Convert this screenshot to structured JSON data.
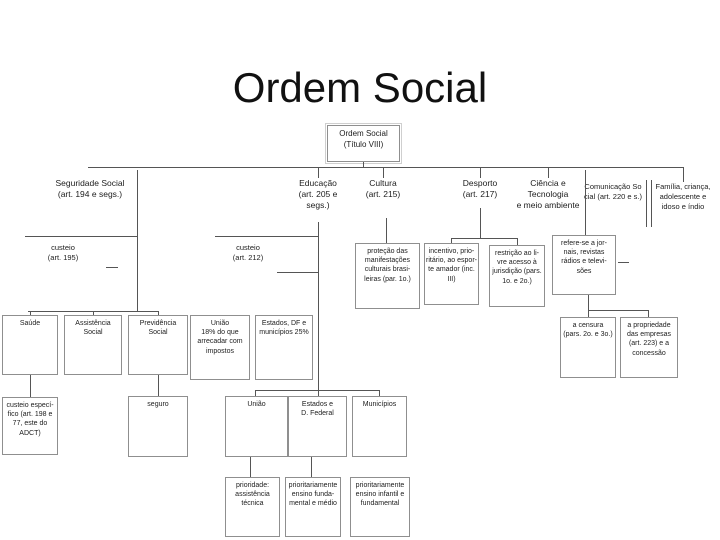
{
  "slide": {
    "title": "Ordem Social"
  },
  "colors": {
    "background": "#ffffff",
    "box_border": "#8f8f8f",
    "connector_line": "#555555",
    "text": "#1c1c1c"
  },
  "nodes": {
    "root": "Ordem Social\n(Título VIII)",
    "seguridade": "Seguridade Social\n(art. 194 e segs.)",
    "educacao": "Educação\n(art. 205 e\nsegs.)",
    "cultura": "Cultura\n(art. 215)",
    "desporto": "Desporto\n(art. 217)",
    "ciencia": "Ciência e\nTecnologia\ne meio ambiente",
    "comunicacao": "Comunicação So\ncial (art. 220 e s.)",
    "familia": "Família, criança,\nadolescente e\nidoso e índio",
    "custeio195": "custeio\n(art. 195)",
    "custeio212": "custeio\n(art. 212)",
    "protecao": "proteção das\nmanifestações\nculturais brasi-\nleiras (par. 1o.)",
    "incentivo": "incentivo, prio-\nritário, ao espor-\nte amador (inc.\nIII)",
    "restricao": "restrição ao li-\nvre acesso à\njurisdição (pars.\n1o. e 2o.)",
    "refere": "refere-se a jor-\nnais, revistas\nrádios e televi-\nsões",
    "saude": "Saúde",
    "assistencia": "Assistência\nSocial",
    "previdencia": "Previdência\nSocial",
    "uniao18": "União\n18% do que\narrecadar com\nimpostos",
    "estadosdf": "Estados, DF e\nmunicípios 25%",
    "censura": "a censura\n(pars. 2o. e 3o.)",
    "propriedade": "a propriedade\ndas empresas\n(art. 223) e a\nconcessão",
    "custeio_especifico": "custeio especí-\nfico (art. 198 e\n77, este do\nADCT)",
    "seguro": "seguro",
    "uniao": "União",
    "estados_df": "Estados e\nD. Federal",
    "municipios": "Municípios",
    "prioridade_assistencia": "prioridade:\nassistência\ntécnica",
    "prior_fund_medio": "prioritariamente\nensino funda-\nmental e médio",
    "prior_infantil_fund": "prioritariamente\nensino infantil e\nfundamental"
  }
}
